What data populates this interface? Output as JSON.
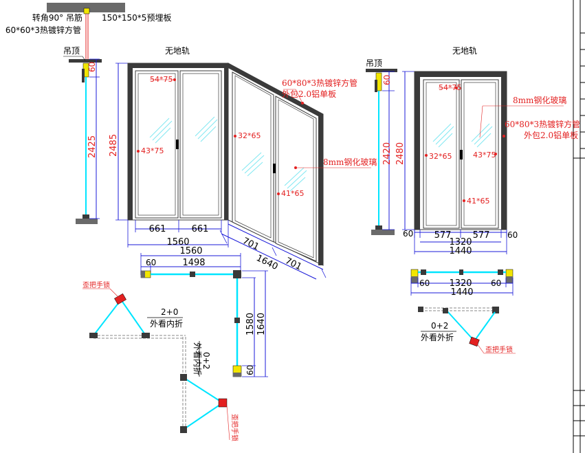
{
  "colors": {
    "frame": "#3a3a3a",
    "cyan": "#00e5ff",
    "red": "#e32020",
    "blue": "#1818d8",
    "yellow": "#f2e600",
    "orange": "#ff8c00",
    "gray": "#6a6a6a",
    "glass_hatch": "#7fe8f2"
  },
  "labels": {
    "corner_hanger": "转角90° 吊筋",
    "embed_plate": "150*150*5预埋板",
    "square_tube_left": "60*60*3热镀锌方管",
    "ceiling_left": "吊顶",
    "no_track_left": "无地轨",
    "no_track_right": "无地轨",
    "ceiling_right": "吊顶",
    "tube_80_left_1": "60*80*3热镀锌方管",
    "tube_80_left_2": "外包2.0铝单板",
    "glass_left": "8mm钢化玻璃",
    "glass_right": "8mm钢化玻璃",
    "tube_80_right_1": "60*80*3热镀锌方管",
    "tube_80_right_2": "外包2.0铝单板",
    "fold_left_code": "2+0",
    "fold_left_text": "外看内折",
    "fold_mid_code": "0+2",
    "fold_mid_text": "外看内折",
    "fold_right_code": "0+2",
    "fold_right_text": "外看外折",
    "lock_1": "歪把手锁",
    "lock_2": "歪把手锁",
    "lock_3": "歪把手锁"
  },
  "profiles": {
    "p54_left": "54*75",
    "p43_left": "43*75",
    "p32_left": "32*65",
    "p41_left": "41*65",
    "p54_right": "54*75",
    "p32_right": "32*65",
    "p43_right": "43*75",
    "p41_right": "41*65"
  },
  "dims": {
    "left_hanger_top": "60",
    "left_height_2425": "2425",
    "left_height_2485": "2485",
    "w661_a": "661",
    "w661_b": "661",
    "w1560": "1560",
    "w701_a": "701",
    "w701_b": "701",
    "w1640": "1640",
    "plan_1560": "1560",
    "plan_60": "60",
    "plan_1498": "1498",
    "plan_1580": "1580",
    "plan_1640": "1640",
    "plan_60_bottom": "60",
    "right_hanger_top": "60",
    "right_height_2420": "2420",
    "right_height_2480": "2480",
    "r60_left": "60",
    "r577_a": "577",
    "r577_b": "577",
    "r60_right": "60",
    "r1320": "1320",
    "r1440": "1440",
    "rp60_a": "60",
    "rp1320": "1320",
    "rp60_b": "60",
    "rp1440": "1440"
  }
}
